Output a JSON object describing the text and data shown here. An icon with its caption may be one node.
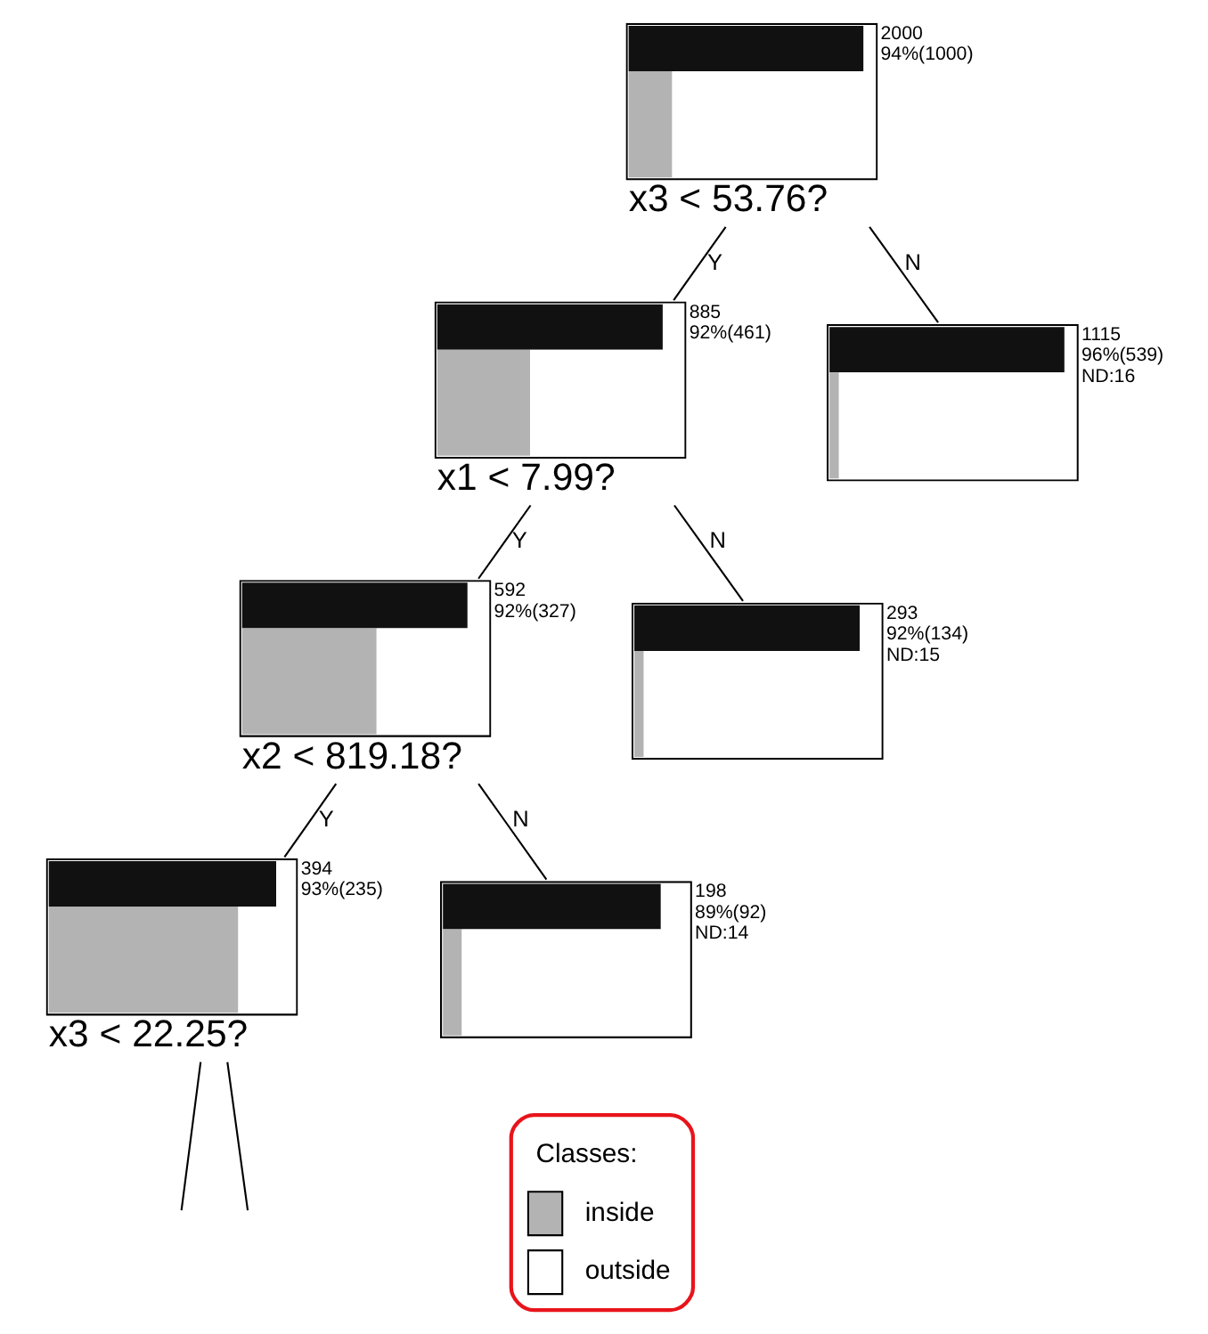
{
  "diagram": {
    "nodes": [
      {
        "text": [
          "x3 < 53.76?"
        ],
        "beside": [
          "2000",
          "94%(1000)"
        ]
      },
      {
        "text": [
          "x1 < 7.99?"
        ],
        "beside": [
          "885",
          "92%(461)"
        ]
      },
      {
        "text": [],
        "shape": "box",
        "beside": [
          "1115",
          "96%(539)",
          "ND:16"
        ]
      },
      {
        "text": [
          "x2 < 819.18?"
        ],
        "beside": [
          "592",
          "92%(327)"
        ]
      },
      {
        "text": [],
        "shape": "box",
        "beside": [
          "293",
          "92%(134)",
          "ND:15"
        ]
      },
      {
        "text": [
          "x3 < 22.25?"
        ],
        "beside": [
          "394",
          "93%(235)"
        ]
      },
      {
        "text": [],
        "shape": "box",
        "beside": [
          "198",
          "89%(92)",
          "ND:14"
        ]
      }
    ],
    "edges": [
      {
        "from": 0,
        "to": 1,
        "arrow": "none",
        "label": "Y"
      },
      {
        "from": 0,
        "to": 2,
        "arrow": "none",
        "label": "N"
      },
      {
        "from": 1,
        "to": 3,
        "arrow": "none",
        "label": "Y"
      },
      {
        "from": 1,
        "to": 4,
        "arrow": "none",
        "label": "N"
      },
      {
        "from": 3,
        "to": 5,
        "arrow": "none",
        "label": "Y"
      },
      {
        "from": 3,
        "to": 6,
        "arrow": "none",
        "label": "N"
      },
      {
        "from": 5,
        "to": null,
        "arrow": "none"
      },
      {
        "from": 5,
        "to": null,
        "arrow": "none"
      }
    ],
    "labels": [
      "Classes:"
    ],
    "legend": [
      {
        "text": "inside",
        "color": "#b3b3b3"
      },
      {
        "text": "outside",
        "color": "#ffffff"
      }
    ]
  }
}
